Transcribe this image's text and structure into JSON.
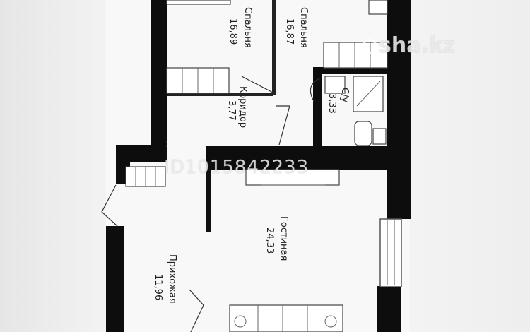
{
  "plan": {
    "rooms": [
      {
        "id": "bedroom-1",
        "name": "Спальня",
        "area": "16,89"
      },
      {
        "id": "bedroom-2",
        "name": "Спальня",
        "area": "16,87"
      },
      {
        "id": "corridor",
        "name": "Коридор",
        "area": "3,77"
      },
      {
        "id": "bathroom",
        "name": "С/у",
        "area": "3,33"
      },
      {
        "id": "living-room",
        "name": "Гостиная",
        "area": "24,33"
      },
      {
        "id": "hallway",
        "name": "Прихожая",
        "area": "11,96"
      }
    ]
  },
  "watermarks": {
    "site": "sha.kz",
    "listing_id": "ID1015842233"
  },
  "colors": {
    "wall": "#0d0d0d",
    "background": "#f3f3f3"
  }
}
